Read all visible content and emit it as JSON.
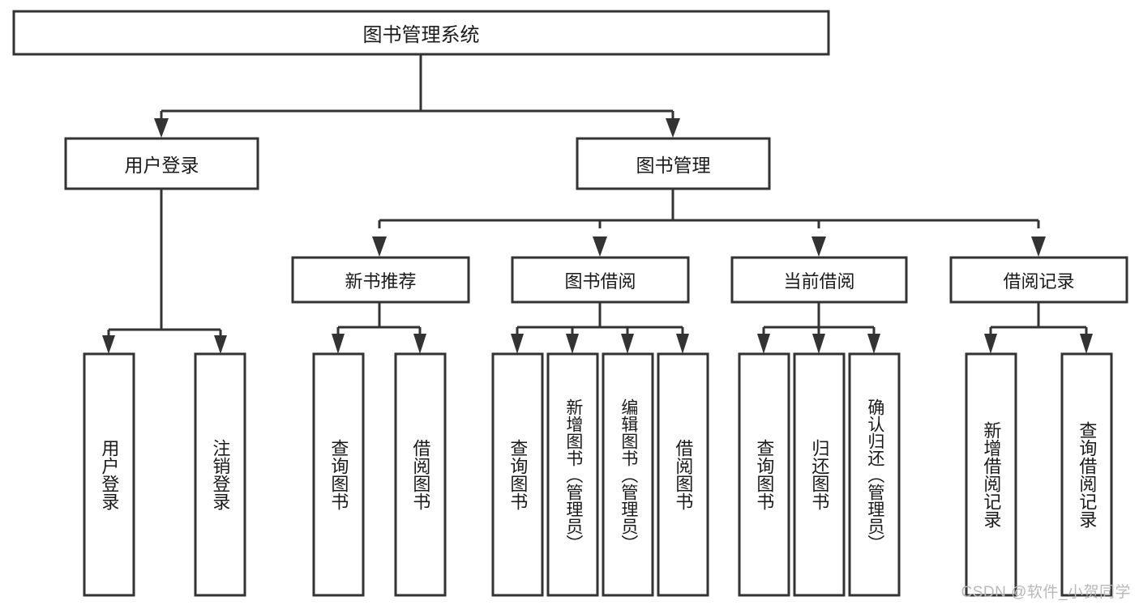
{
  "diagram": {
    "title": "图书管理系统",
    "watermark": "CSDN @软件_小贺同学",
    "type": "tree-hierarchy",
    "orientation": "top-down",
    "style": {
      "box_fill": "#ffffff",
      "box_stroke": "#333333",
      "line_color": "#333333",
      "text_color": "#1a1a1a",
      "watermark_color": "#b9b9b9",
      "background": "#ffffff"
    },
    "root": {
      "id": "root",
      "label": "图书管理系统",
      "orientation": "horizontal"
    },
    "level2": [
      {
        "id": "user-login",
        "label": "用户登录",
        "orientation": "horizontal"
      },
      {
        "id": "book-manage",
        "label": "图书管理",
        "orientation": "horizontal"
      }
    ],
    "level3": [
      {
        "id": "new-book-recommend",
        "label": "新书推荐",
        "parent": "book-manage",
        "orientation": "horizontal"
      },
      {
        "id": "book-borrow",
        "label": "图书借阅",
        "parent": "book-manage",
        "orientation": "horizontal"
      },
      {
        "id": "current-borrow",
        "label": "当前借阅",
        "parent": "book-manage",
        "orientation": "horizontal"
      },
      {
        "id": "borrow-record",
        "label": "借阅记录",
        "parent": "book-manage",
        "orientation": "horizontal"
      }
    ],
    "leaves": [
      {
        "id": "leaf-user-login",
        "label": "用户登录",
        "parent": "user-login",
        "orientation": "vertical"
      },
      {
        "id": "leaf-logout-login",
        "label": "注销登录",
        "parent": "user-login",
        "orientation": "vertical"
      },
      {
        "id": "leaf-query-book-1",
        "label": "查询图书",
        "parent": "new-book-recommend",
        "orientation": "vertical"
      },
      {
        "id": "leaf-borrow-book-1",
        "label": "借阅图书",
        "parent": "new-book-recommend",
        "orientation": "vertical"
      },
      {
        "id": "leaf-query-book-2",
        "label": "查询图书",
        "parent": "book-borrow",
        "orientation": "vertical"
      },
      {
        "id": "leaf-add-book",
        "label": "新增图书（管理员）",
        "parent": "book-borrow",
        "orientation": "vertical"
      },
      {
        "id": "leaf-edit-book",
        "label": "编辑图书（管理员）",
        "parent": "book-borrow",
        "orientation": "vertical"
      },
      {
        "id": "leaf-borrow-book-2",
        "label": "借阅图书",
        "parent": "book-borrow",
        "orientation": "vertical"
      },
      {
        "id": "leaf-query-book-3",
        "label": "查询图书",
        "parent": "current-borrow",
        "orientation": "vertical"
      },
      {
        "id": "leaf-return-book",
        "label": "归还图书",
        "parent": "current-borrow",
        "orientation": "vertical"
      },
      {
        "id": "leaf-confirm-return",
        "label": "确认归还（管理员）",
        "parent": "current-borrow",
        "orientation": "vertical"
      },
      {
        "id": "leaf-add-record",
        "label": "新增借阅记录",
        "parent": "borrow-record",
        "orientation": "vertical"
      },
      {
        "id": "leaf-query-record",
        "label": "查询借阅记录",
        "parent": "borrow-record",
        "orientation": "vertical"
      }
    ]
  }
}
